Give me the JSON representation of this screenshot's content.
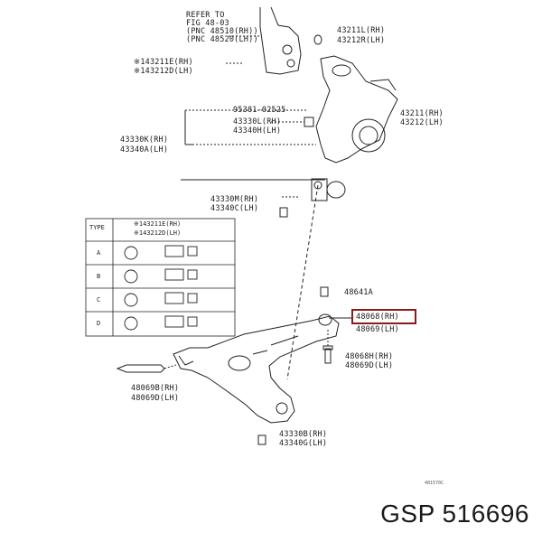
{
  "labels": {
    "refer_to": [
      "REFER TO",
      "FIG 48-03",
      "(PNC 48510(RH))",
      "(PNC 48520(LH))"
    ],
    "p43211": [
      "43211L(RH)",
      "43212R(LH)"
    ],
    "p9014321_top": [
      "※143211E(RH)",
      "※143212D(LH)"
    ],
    "p95381": "95381-02525",
    "p43211_knuckle": [
      "43211(RH)",
      "43212(LH)"
    ],
    "p43330l": [
      "43330L(RH)",
      "43340H(LH)"
    ],
    "p43330k": [
      "43330K(RH)",
      "43340A(LH)"
    ],
    "p43330m": [
      "43330M(RH)",
      "43340C(LH)"
    ],
    "p48641": "48641A",
    "p48068": [
      "48068(RH)",
      "48069(LH)"
    ],
    "p48068h": [
      "48068H(RH)",
      "48069D(LH)"
    ],
    "p48069b": [
      "48069B(RH)",
      "48069D(LH)"
    ],
    "p43330b": [
      "43330B(RH)",
      "43340G(LH)"
    ]
  },
  "table": {
    "header_type": "TYPE",
    "header_parts": [
      "※143211E(RH)",
      "※143212D(LH)"
    ],
    "rows": [
      "A",
      "B",
      "C",
      "D"
    ]
  },
  "ref_code": "481570C",
  "brand": "GSP 516696"
}
